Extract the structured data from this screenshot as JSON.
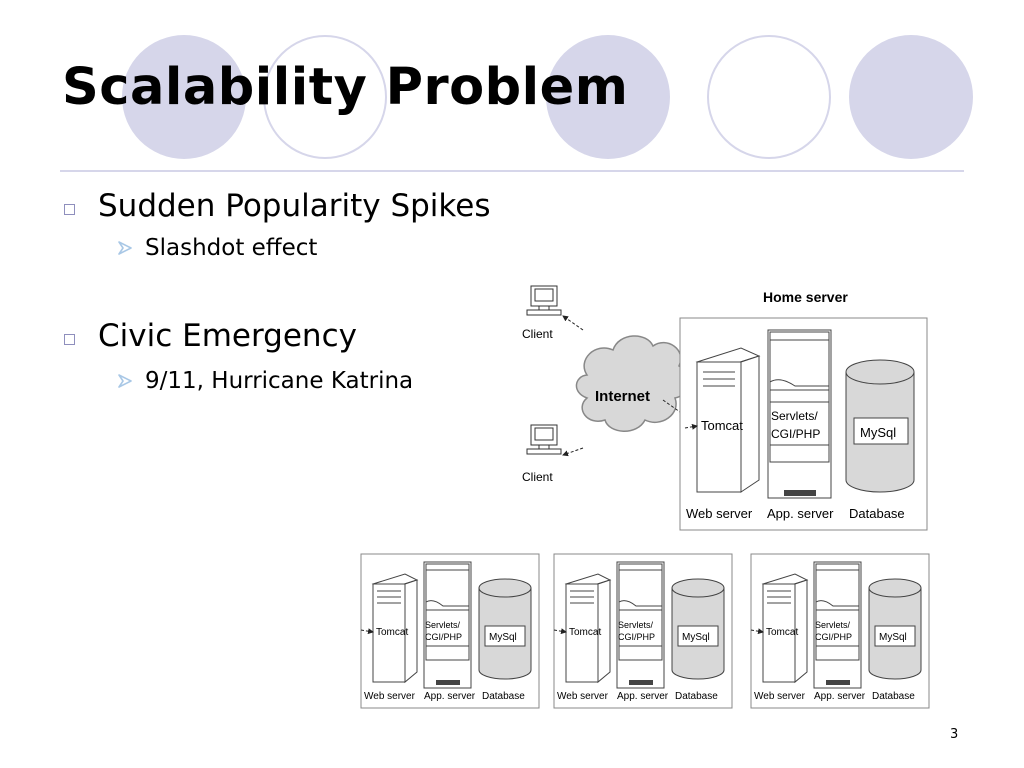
{
  "slide": {
    "title": "Scalability Problem",
    "number": "3",
    "bullets": [
      {
        "text": "Sudden Popularity Spikes",
        "sub": [
          "Slashdot effect"
        ]
      },
      {
        "text": "Civic Emergency",
        "sub": [
          "9/11, Hurricane Katrina"
        ]
      }
    ]
  },
  "diagram": {
    "home_title": "Home server",
    "internet": "Internet",
    "clients": [
      "Client",
      "Client"
    ],
    "web_tier": "Tomcat",
    "app_tier_lines": [
      "Servlets/",
      "CGI/PHP"
    ],
    "db_tier": "MySql",
    "captions": [
      "Web server",
      "App. server",
      "Database"
    ]
  },
  "colors": {
    "accent": "#d6d6ea",
    "bullet_marker": "#8f8fbd",
    "arrow_marker": "#a9c8e6"
  }
}
